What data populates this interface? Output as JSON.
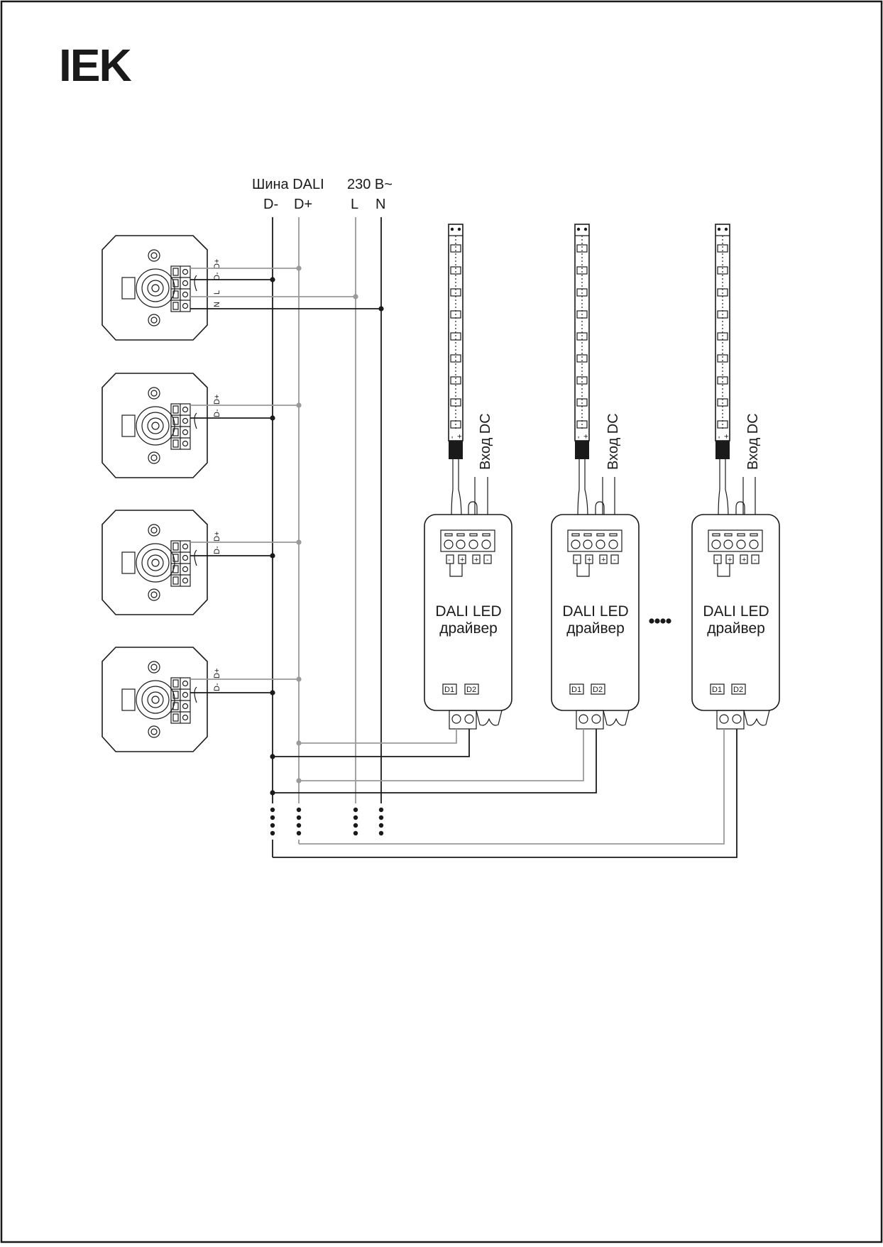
{
  "logo": {
    "text": "IEK"
  },
  "bus": {
    "dali_title": "Шина DALI",
    "power_title": "230 В~",
    "d_minus": "D-",
    "d_plus": "D+",
    "l": "L",
    "n": "N"
  },
  "switch_terminals": {
    "d_plus": "D+",
    "d_minus": "D-",
    "l": "L",
    "n": "N"
  },
  "drivers": [
    {
      "line1": "DALI LED",
      "line2": "драйвер",
      "dc_input": "Вход DC",
      "d1": "D1",
      "d2": "D2",
      "minus": "-",
      "plus": "+"
    },
    {
      "line1": "DALI LED",
      "line2": "драйвер",
      "dc_input": "Вход DC",
      "d1": "D1",
      "d2": "D2",
      "minus": "-",
      "plus": "+"
    },
    {
      "line1": "DALI LED",
      "line2": "драйвер",
      "dc_input": "Вход DC",
      "d1": "D1",
      "d2": "D2",
      "minus": "-",
      "plus": "+"
    }
  ],
  "strip_pins": {
    "minus": "-",
    "plus": "+"
  },
  "colors": {
    "black_wire": "#1a1a1a",
    "gray_wire": "#9a9a9a",
    "border": "#1a1a1a"
  }
}
